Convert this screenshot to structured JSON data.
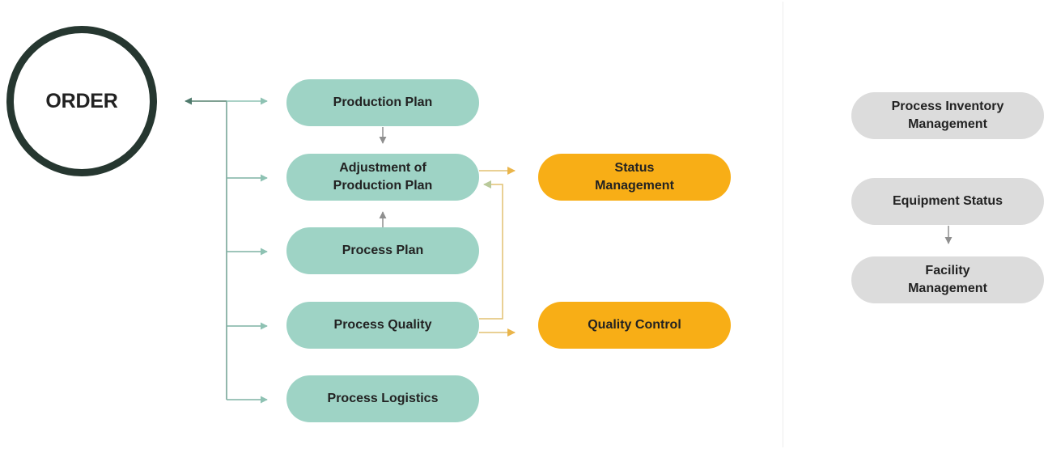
{
  "colors": {
    "order_ring": "#263730",
    "green_node": "#9ed3c5",
    "orange_node": "#f8ae16",
    "gray_node": "#dcdcdc",
    "green_connector": "#6f9f91",
    "yellow_connector": "#e2c170",
    "gray_connector": "#8f8f8f",
    "divider": "#ececec"
  },
  "order": {
    "label": "ORDER"
  },
  "main_column": {
    "nodes": [
      {
        "id": "production-plan",
        "label": "Production Plan"
      },
      {
        "id": "adjustment-of-production-plan",
        "label": "Adjustment of\nProduction Plan"
      },
      {
        "id": "process-plan",
        "label": "Process Plan"
      },
      {
        "id": "process-quality",
        "label": "Process Quality"
      },
      {
        "id": "process-logistics",
        "label": "Process Logistics"
      }
    ]
  },
  "outputs": {
    "nodes": [
      {
        "id": "status-management",
        "label": "Status\nManagement"
      },
      {
        "id": "quality-control",
        "label": "Quality Control"
      }
    ]
  },
  "right_panel": {
    "nodes": [
      {
        "id": "process-inventory-management",
        "label": "Process Inventory\nManagement"
      },
      {
        "id": "equipment-status",
        "label": "Equipment Status"
      },
      {
        "id": "facility-management",
        "label": "Facility\nManagement"
      }
    ]
  },
  "connections": [
    {
      "from": "order",
      "to": "production-plan"
    },
    {
      "from": "order",
      "to": "adjustment-of-production-plan"
    },
    {
      "from": "order",
      "to": "process-plan"
    },
    {
      "from": "order",
      "to": "process-quality"
    },
    {
      "from": "order",
      "to": "process-logistics"
    },
    {
      "from": "production-plan",
      "to": "adjustment-of-production-plan"
    },
    {
      "from": "process-plan",
      "to": "adjustment-of-production-plan"
    },
    {
      "from": "adjustment-of-production-plan",
      "to": "status-management"
    },
    {
      "from": "process-quality",
      "to": "adjustment-of-production-plan"
    },
    {
      "from": "process-quality",
      "to": "quality-control"
    },
    {
      "from": "equipment-status",
      "to": "facility-management"
    }
  ]
}
